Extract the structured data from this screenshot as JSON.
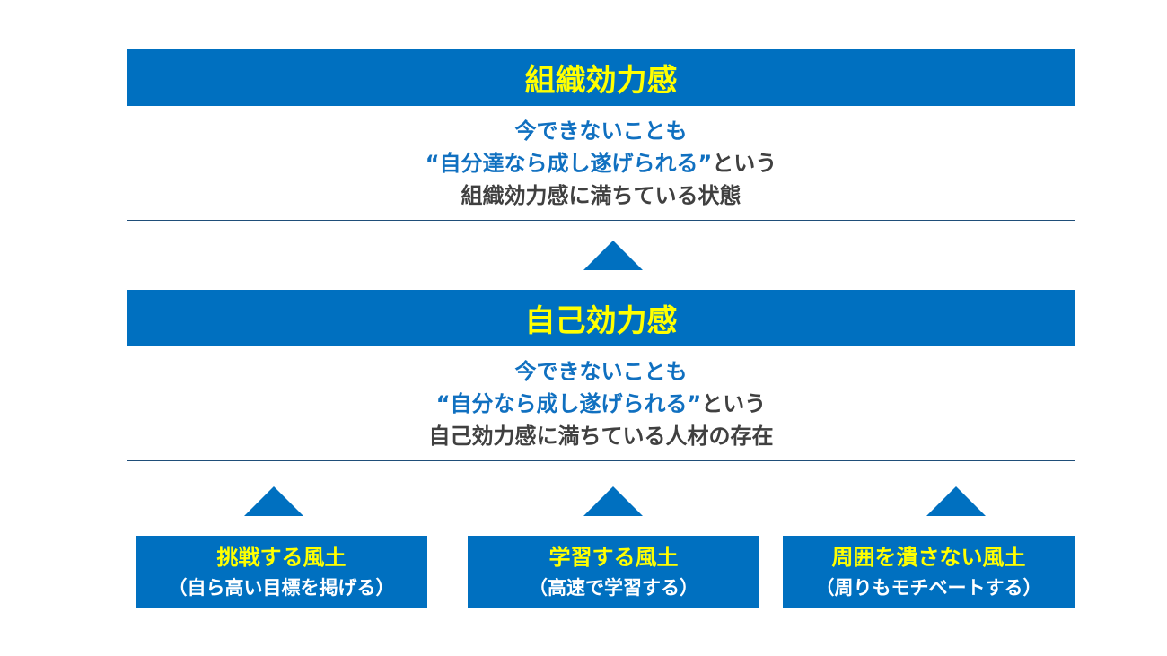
{
  "organizational": {
    "title": "組織効力感",
    "line1": "今できないことも",
    "line2_quote": "“自分達なら成し遂げられる”",
    "line2_suffix": "という",
    "line3": "組織効力感に満ちている状態"
  },
  "self": {
    "title": "自己効力感",
    "line1": "今できないことも",
    "line2_quote": "“自分なら成し遂げられる”",
    "line2_suffix": "という",
    "line3": "自己効力感に満ちている人材の存在"
  },
  "cultures": [
    {
      "title": "挑戦する風土",
      "subtitle": "（自ら高い目標を掲げる）"
    },
    {
      "title": "学習する風土",
      "subtitle": "（高速で学習する）"
    },
    {
      "title": "周囲を潰さない風土",
      "subtitle": "（周りもモチベートする）"
    }
  ],
  "colors": {
    "primary": "#0070C0",
    "highlight": "#FFFF00",
    "text_blue": "#1070C0",
    "text_dark": "#404040"
  }
}
